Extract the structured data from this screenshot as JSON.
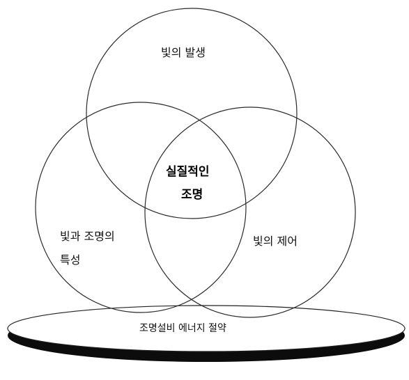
{
  "diagram": {
    "top": "빛의 발생",
    "left_line1": "빛과 조명의",
    "left_line2": "특성",
    "right": "빛의 제어",
    "center_line1": "실질적인",
    "center_line2": "조명",
    "base": "조명설비 에너지 절약"
  },
  "colors": {
    "stroke": "#2a2a2a",
    "base_shadow": "#0c0c0c",
    "background": "#ffffff"
  }
}
